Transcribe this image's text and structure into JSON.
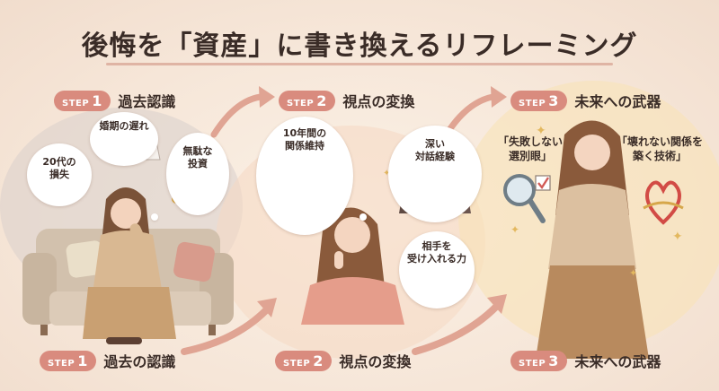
{
  "title": "後悔を「資産」に書き換えるリフレーミング",
  "steps_top": [
    {
      "word": "STEP",
      "num": "1",
      "label": "過去認識"
    },
    {
      "word": "STEP",
      "num": "2",
      "label": "視点の変換"
    },
    {
      "word": "STEP",
      "num": "3",
      "label": "未来への武器"
    }
  ],
  "steps_bottom": [
    {
      "word": "STEP",
      "num": "1",
      "label": "過去の認識"
    },
    {
      "word": "STEP",
      "num": "2",
      "label": "視点の変換"
    },
    {
      "word": "STEP",
      "num": "3",
      "label": "未来への武器"
    }
  ],
  "bubbles": {
    "wedding": "婚期の遅れ",
    "age_l1": "20代の",
    "age_l2": "損失",
    "waste_l1": "無駄な",
    "waste_l2": "投資",
    "years_l1": "10年間の",
    "years_l2": "関係維持",
    "deep_l1": "深い",
    "deep_l2": "対話経験",
    "accept_l1": "相手を",
    "accept_l2": "受け入れる力"
  },
  "captions": {
    "eye_l1": "「失敗しない",
    "eye_l2": "選別眼」",
    "bond_l1": "「壊れない関係を",
    "bond_l2": "築く技術」"
  },
  "colors": {
    "accent": "#d98b7e",
    "text": "#3a2c27",
    "background": "#f6e6d8"
  }
}
